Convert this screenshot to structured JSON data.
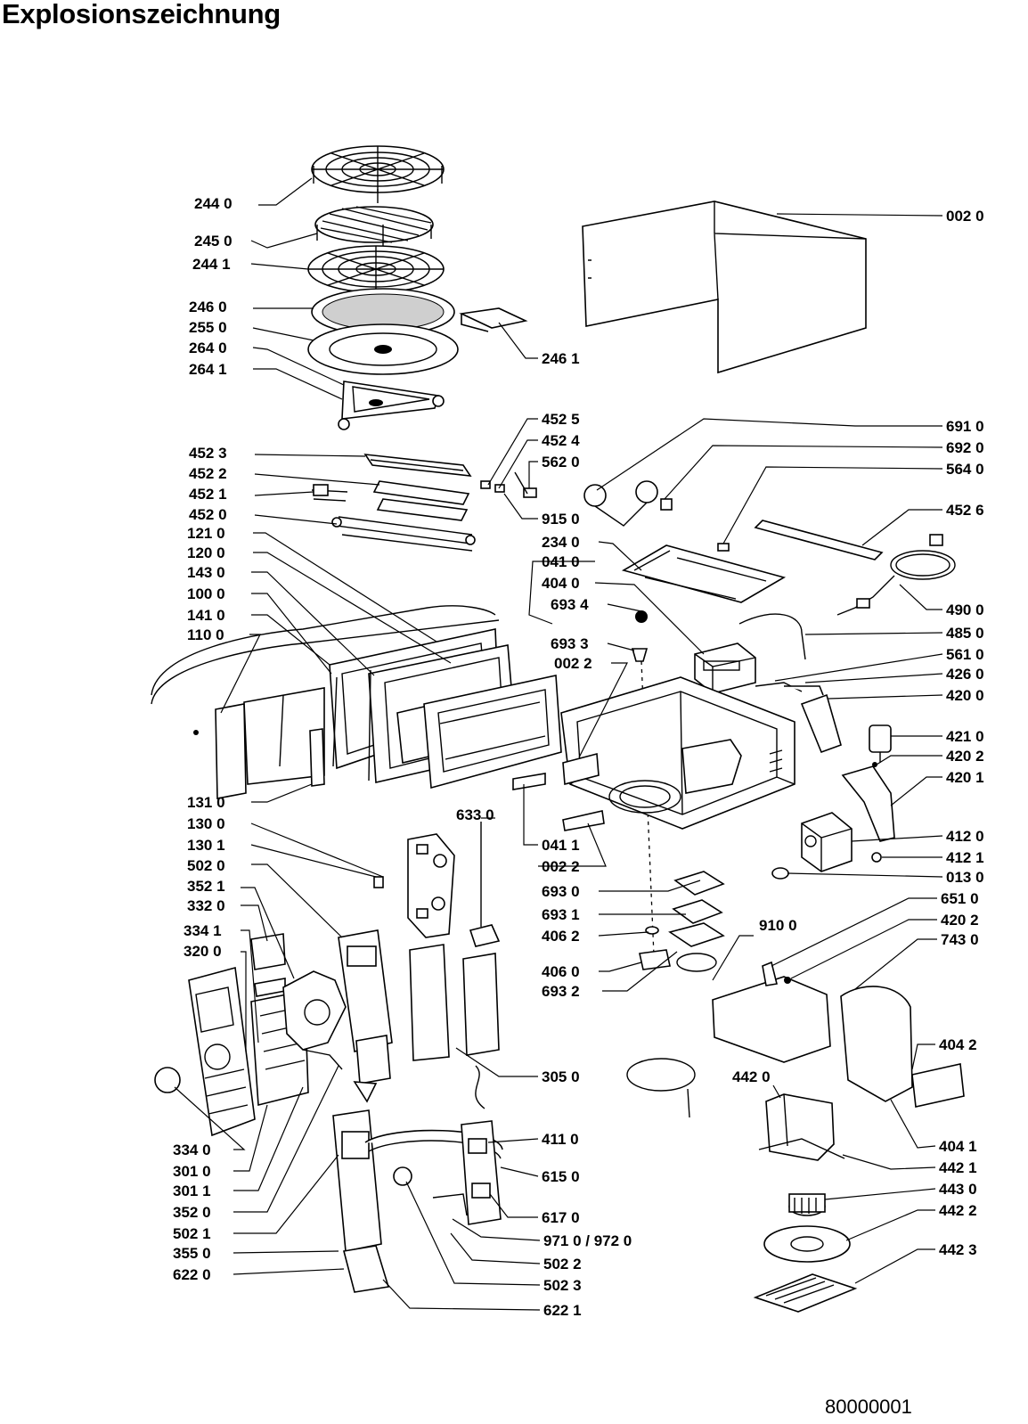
{
  "title": "Explosionszeichnung",
  "document_number": "80000001",
  "parts_left": [
    "244 0",
    "245 0",
    "244 1",
    "246 0",
    "255 0",
    "264 0",
    "264 1",
    "452 3",
    "452 2",
    "452 1",
    "452 0",
    "121 0",
    "120 0",
    "143 0",
    "100 0",
    "141 0",
    "110 0",
    "131 0",
    "130 0",
    "130 1",
    "502 0",
    "352 1",
    "332 0",
    "334 1",
    "320 0",
    "334 0",
    "301 0",
    "301 1",
    "352 0",
    "502 1",
    "355 0",
    "622 0"
  ],
  "parts_center": [
    "246 1",
    "452 5",
    "452 4",
    "562 0",
    "915 0",
    "234 0",
    "041 0",
    "404 0",
    "693 4",
    "693 3",
    "002 2",
    "633 0",
    "041 1",
    "002 2",
    "693 0",
    "693 1",
    "406 2",
    "406 0",
    "693 2",
    "910 0",
    "305 0",
    "411 0",
    "615 0",
    "617 0",
    "971 0 / 972 0",
    "502 2",
    "502 3",
    "622 1",
    "442 0"
  ],
  "parts_right": [
    "002 0",
    "691 0",
    "692 0",
    "564 0",
    "452 6",
    "490 0",
    "485 0",
    "561 0",
    "426 0",
    "420 0",
    "421 0",
    "420 2",
    "420 1",
    "412 0",
    "412 1",
    "013 0",
    "651 0",
    "420 2",
    "743 0",
    "404 2",
    "404 1",
    "442 1",
    "443 0",
    "442 2",
    "442 3"
  ]
}
